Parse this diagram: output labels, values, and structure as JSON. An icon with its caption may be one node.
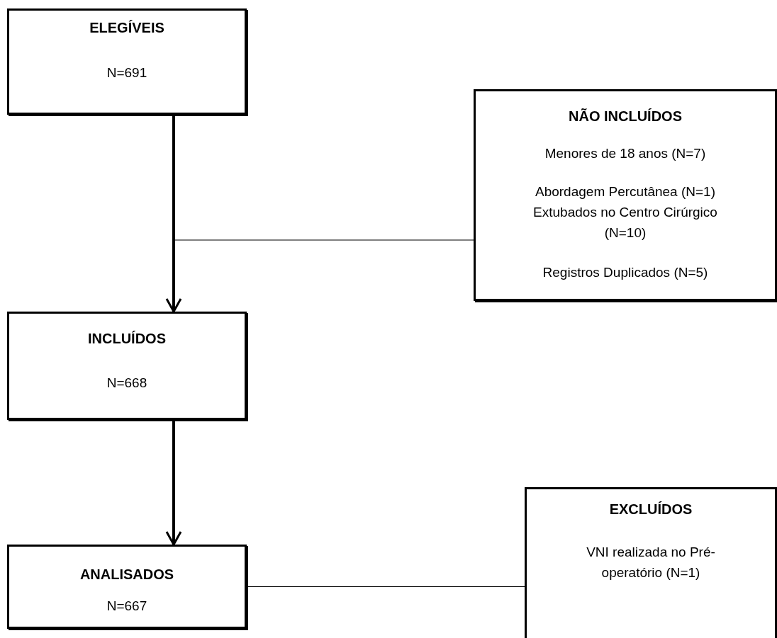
{
  "diagram": {
    "nodes": [
      {
        "text": [
          "ELEGÍVEIS",
          "N=691"
        ]
      },
      {
        "text": [
          "NÃO INCLUÍDOS",
          "Menores de 18 anos (N=7)",
          "Abordagem Percutânea (N=1)",
          "Extubados no Centro Cirúrgico (N=10)",
          "Registros Duplicados (N=5)"
        ]
      },
      {
        "text": [
          "INCLUÍDOS",
          "N=668"
        ]
      },
      {
        "text": [
          "ANALISADOS",
          "N=667"
        ]
      },
      {
        "text": [
          "EXCLUÍDOS",
          "VNI realizada no Pré-operatório (N=1)"
        ]
      }
    ],
    "edges": [
      {
        "from": 0,
        "to": 2,
        "arrow": "to",
        "style": "thick"
      },
      {
        "from": 0,
        "to": 1,
        "arrow": "none"
      },
      {
        "from": 2,
        "to": 3,
        "arrow": "to",
        "style": "thick"
      },
      {
        "from": 3,
        "to": 4,
        "arrow": "none"
      }
    ]
  }
}
